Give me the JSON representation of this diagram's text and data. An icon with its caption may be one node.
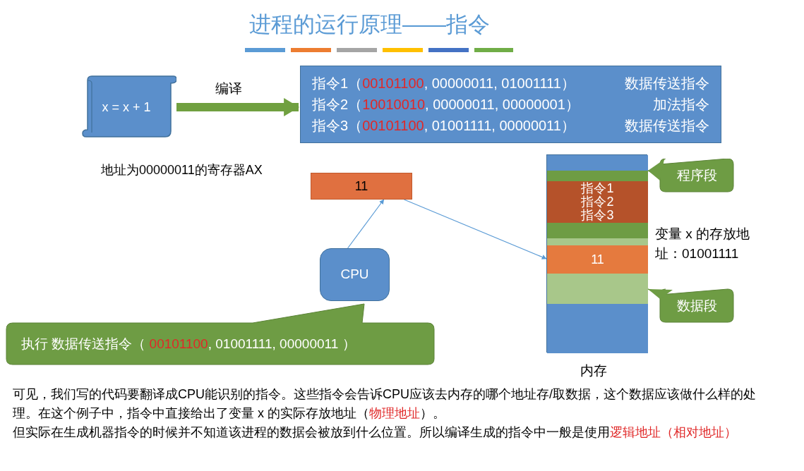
{
  "diagram": {
    "title": "进程的运行原理——指令",
    "nodes": [
      {
        "text": [
          "x = x + 1"
        ]
      },
      {
        "text": [
          "指令1（**00101100**, 00000011, 01001111）",
          "数据传送指令",
          "指令2（**10010010**, 00000011, 00000001）",
          "加法指令",
          "指令3（**00101100**, 01001111, 00000011）",
          "数据传送指令"
        ]
      },
      {
        "text": [
          "11"
        ]
      },
      {
        "text": [
          "CPU"
        ]
      },
      {
        "text": [],
        "shape": "box",
        "beside": [
          "内存"
        ]
      },
      {
        "text": [],
        "shape": "bar",
        "in": 4
      },
      {
        "text": [],
        "shape": "bar",
        "in": 4
      },
      {
        "text": [
          "指令1",
          "指令2",
          "指令3"
        ],
        "in": 4
      },
      {
        "text": [],
        "shape": "bar",
        "in": 4
      },
      {
        "text": [],
        "shape": "bar",
        "in": 4
      },
      {
        "text": [
          "11"
        ],
        "in": 4
      },
      {
        "text": [],
        "shape": "bar",
        "in": 4
      },
      {
        "text": [],
        "shape": "bar",
        "in": 4
      },
      {
        "text": [
          "程序段"
        ]
      },
      {
        "text": [
          "数据段"
        ]
      },
      {
        "text": [
          "执行 数据传送指令（ **00101100**, 01001111, 00000011 ）"
        ]
      }
    ],
    "edges": [
      {
        "from": 0,
        "to": 1,
        "arrow": "to",
        "label": "编译",
        "style": "thick",
        "color": "#70a040"
      },
      {
        "from": 3,
        "to": 2,
        "arrow": "to"
      },
      {
        "from": 2,
        "to": 10,
        "arrow": "to"
      }
    ],
    "labels": [
      "地址为00000011的寄存器AX",
      "变量 x 的存放地址：01001111",
      "可见，我们写的代码要翻译成CPU能识别的指令。这些指令会告诉CPU应该去内存的哪个地址存/取数据，这个数据应该做什么样的处理。在这个例子中，指令中直接给出了变量 x 的实际存放地址（**物理地址**）。",
      "但实际在生成机器指令的时候并不知道该进程的数据会被放到什么位置。所以编译生成的指令中一般是使用**逻辑地址（相对地址）**"
    ]
  }
}
